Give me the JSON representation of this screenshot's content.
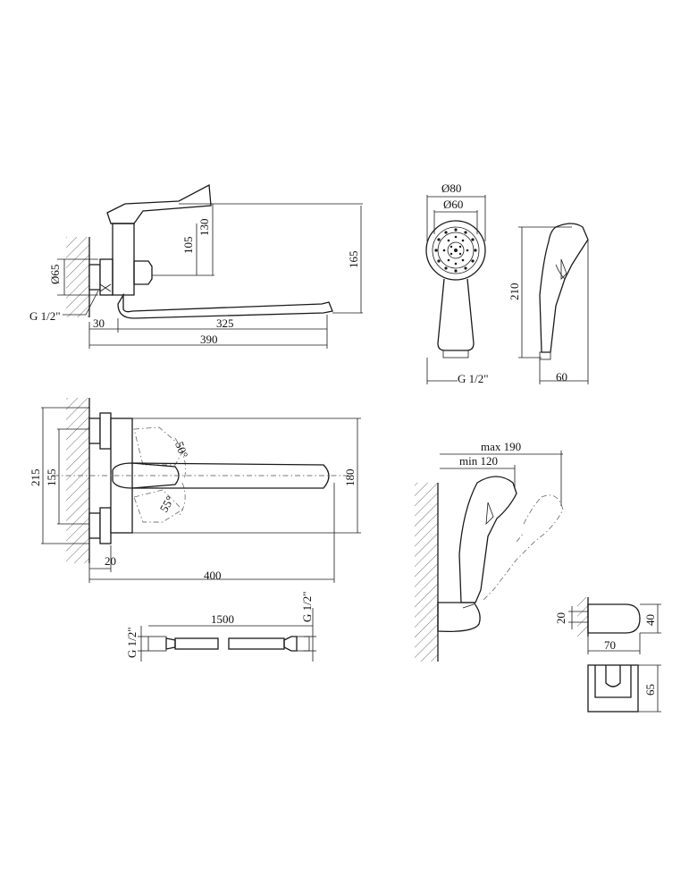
{
  "labels": {
    "phi65": "Ø65",
    "g12_mixer": "G 1/2\"",
    "d30": "30",
    "d325": "325",
    "d390": "390",
    "d105": "105",
    "d130": "130",
    "d165": "165",
    "phi80": "Ø80",
    "phi60": "Ø60",
    "g12_head": "G 1/2\"",
    "d210": "210",
    "d60": "60",
    "d215": "215",
    "d155": "155",
    "d180": "180",
    "d20_top": "20",
    "d400": "400",
    "a50": "50°",
    "a55": "55°",
    "g12_hose_l": "G 1/2\"",
    "d1500": "1500",
    "g12_hose_r": "G 1/2\"",
    "max190": "max 190",
    "min120": "min 120",
    "d20_holder": "20",
    "d40": "40",
    "d70": "70",
    "d65_holder": "65"
  }
}
